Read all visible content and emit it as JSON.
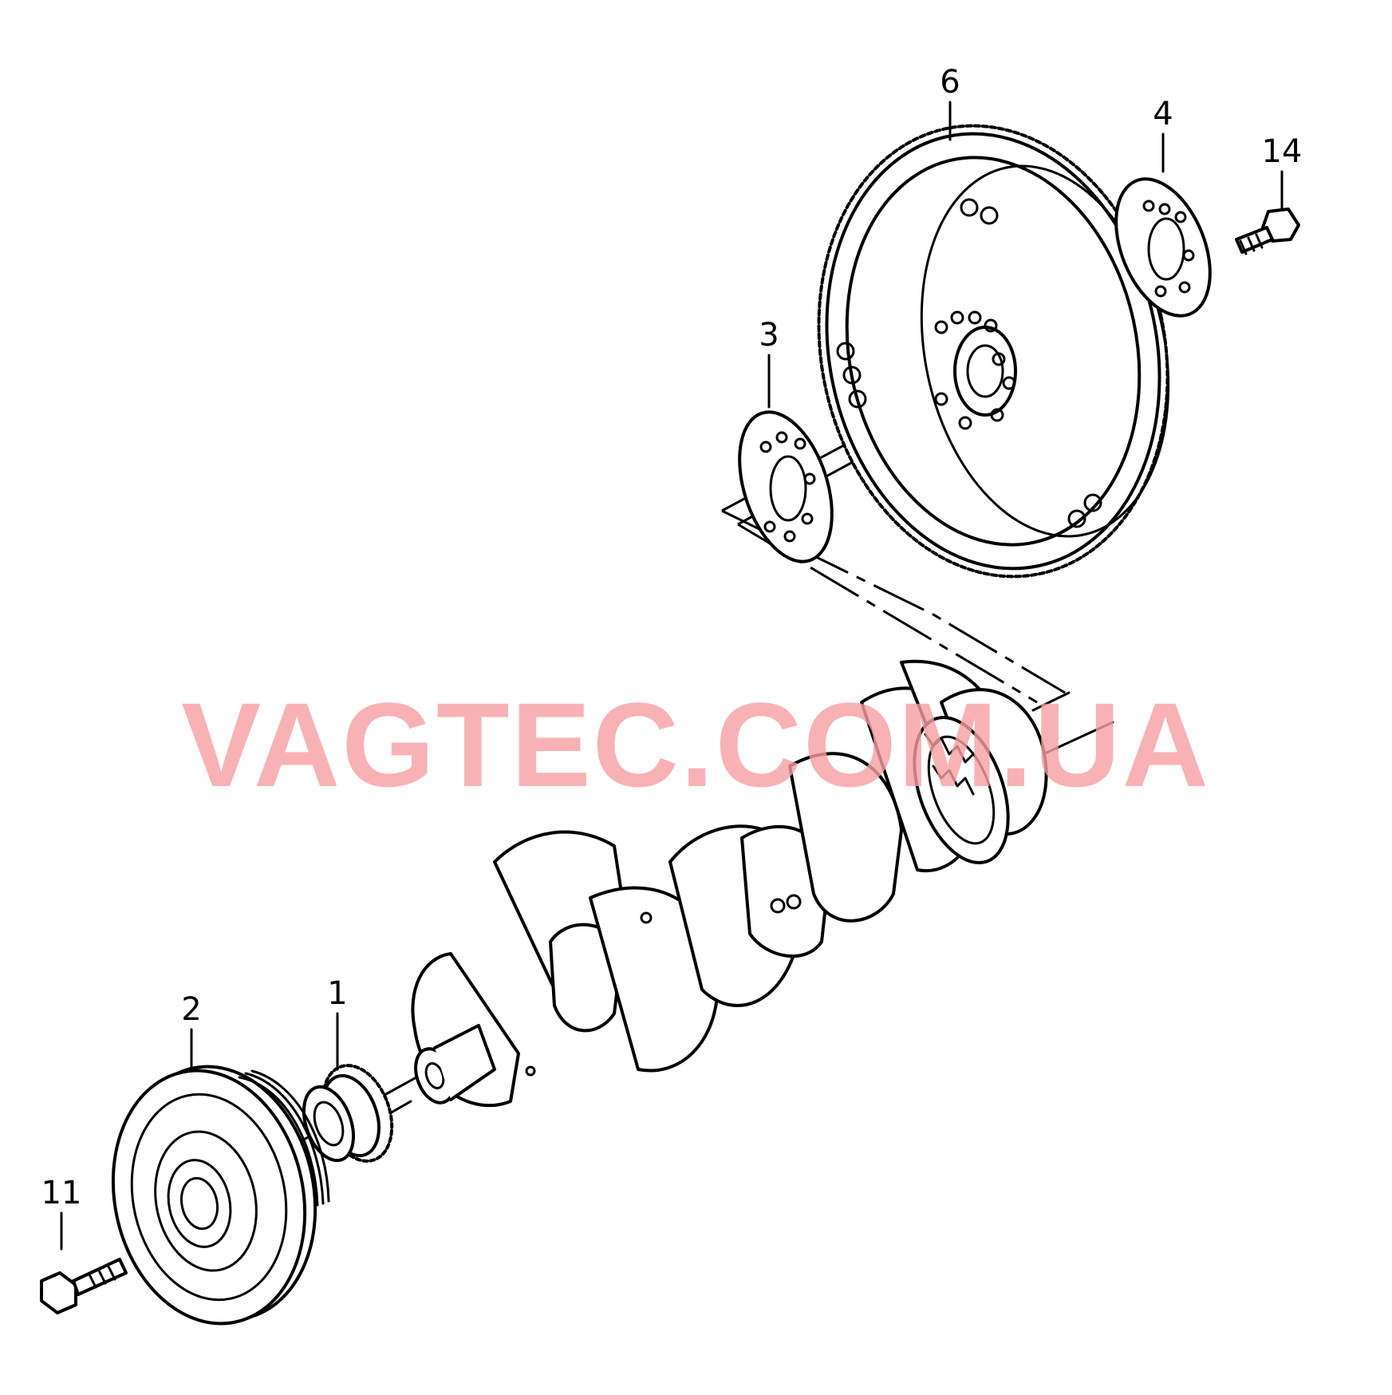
{
  "diagram": {
    "callouts": [
      {
        "id": "c6",
        "label": "6"
      },
      {
        "id": "c4",
        "label": "4"
      },
      {
        "id": "c14",
        "label": "14"
      },
      {
        "id": "c3",
        "label": "3"
      },
      {
        "id": "c2",
        "label": "2"
      },
      {
        "id": "c1",
        "label": "1"
      },
      {
        "id": "c11",
        "label": "11"
      }
    ],
    "watermark": {
      "text": "VAGTEC.COM.UA",
      "color": "#f7a0a4"
    },
    "colors": {
      "line": "#000000",
      "background": "#ffffff"
    }
  }
}
